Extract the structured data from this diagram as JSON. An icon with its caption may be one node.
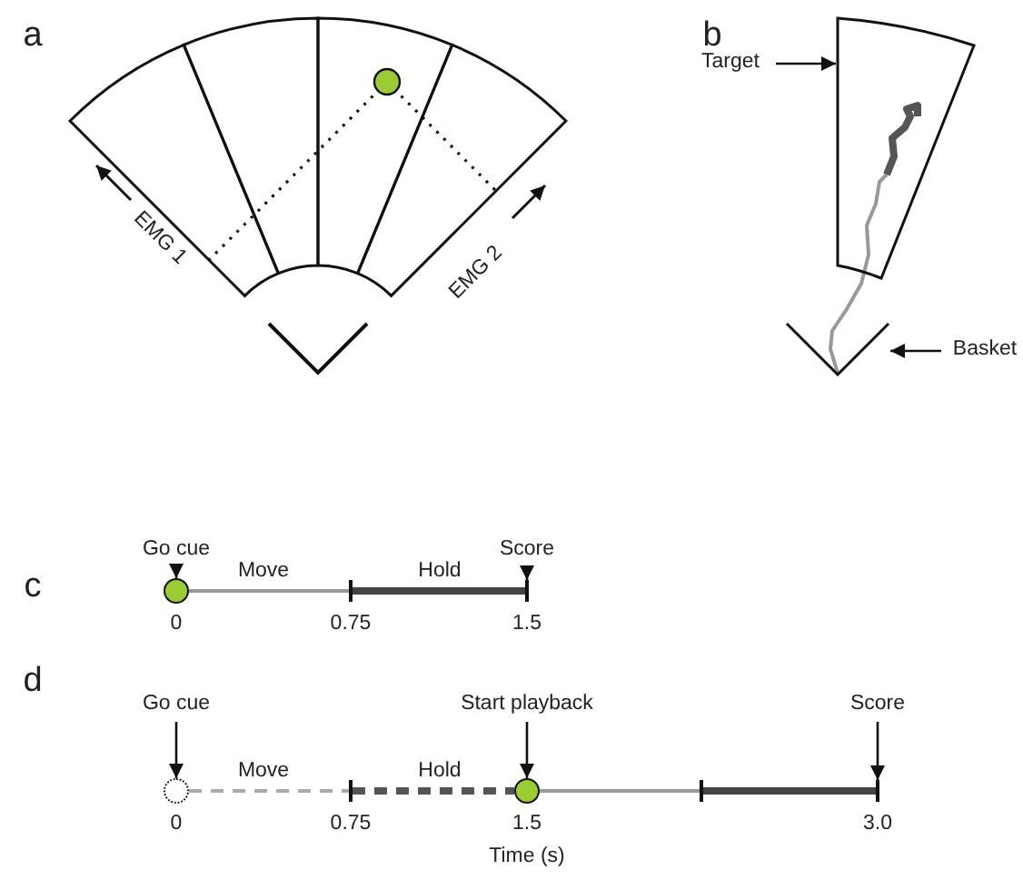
{
  "diagram": {
    "nodes": [
      {
        "text": [
          "Target"
        ]
      },
      {
        "text": [],
        "shape": "box"
      },
      {
        "text": [
          "Basket"
        ]
      },
      {
        "text": [],
        "shape": "picture"
      },
      {
        "text": [
          "Go cue"
        ]
      },
      {
        "text": [],
        "shape": "circle"
      },
      {
        "text": [
          "Score"
        ]
      },
      {
        "text": [
          "Go cue"
        ]
      },
      {
        "text": [],
        "shape": "circle"
      },
      {
        "text": [
          "Start playback"
        ]
      },
      {
        "text": [],
        "shape": "circle"
      },
      {
        "text": [
          "Score"
        ]
      },
      {
        "text": [],
        "shape": "bar"
      },
      {
        "text": [],
        "shape": "bar"
      },
      {
        "text": [],
        "shape": "bar"
      },
      {
        "text": [],
        "shape": "bar"
      },
      {
        "text": [],
        "shape": "bar"
      }
    ],
    "edges": [
      {
        "from": 0,
        "to": 1,
        "arrow": "to"
      },
      {
        "from": 2,
        "to": 3,
        "arrow": "to"
      },
      {
        "from": 4,
        "to": 5,
        "arrow": "to"
      },
      {
        "from": 6,
        "to": 13,
        "arrow": "to"
      },
      {
        "from": 7,
        "to": 8,
        "arrow": "to"
      },
      {
        "from": 9,
        "to": 10,
        "arrow": "to"
      },
      {
        "from": 11,
        "to": 16,
        "arrow": "to"
      },
      {
        "from": 5,
        "to": 12,
        "arrow": "none",
        "color": "#999999"
      },
      {
        "from": 12,
        "to": 13,
        "arrow": "none",
        "style": "thick",
        "color": "#444444"
      },
      {
        "from": 8,
        "to": 14,
        "arrow": "none",
        "style": "dashed",
        "color": "#aaaaaa"
      },
      {
        "from": 14,
        "to": 10,
        "arrow": "none",
        "style": "dashed",
        "color": "#555555"
      },
      {
        "from": 10,
        "to": 15,
        "arrow": "none",
        "color": "#999999"
      },
      {
        "from": 15,
        "to": 16,
        "arrow": "none",
        "style": "thick",
        "color": "#444444"
      }
    ],
    "labels": [
      "a",
      "b",
      "EMG 1",
      "EMG 2",
      "c",
      "Move",
      "Hold",
      "0",
      "0.75",
      "1.5",
      "d",
      "Move",
      "Hold",
      "0",
      "0.75",
      "1.5",
      "3.0",
      "Time (s)"
    ]
  }
}
